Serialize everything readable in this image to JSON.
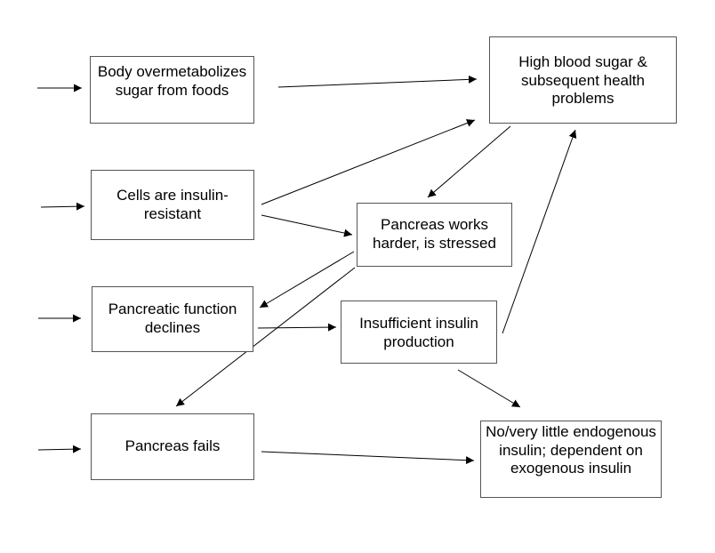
{
  "nodes": {
    "body_overmetabolizes": "Body overmetabolizes sugar from foods",
    "high_blood_sugar": "High blood sugar & subsequent health problems",
    "cells_insulin_resistant": "Cells are insulin-resistant",
    "pancreas_stressed": "Pancreas works harder, is stressed",
    "pancreatic_decline": "Pancreatic function declines",
    "insufficient_insulin": "Insufficient insulin production",
    "pancreas_fails": "Pancreas fails",
    "exogenous_dependence": "No/very little endogenous insulin; dependent on exogenous insulin"
  },
  "edges": [
    {
      "from": "start-1",
      "to": "body_overmetabolizes"
    },
    {
      "from": "start-2",
      "to": "cells_insulin_resistant"
    },
    {
      "from": "start-3",
      "to": "pancreatic_decline"
    },
    {
      "from": "start-4",
      "to": "pancreas_fails"
    },
    {
      "from": "body_overmetabolizes",
      "to": "high_blood_sugar"
    },
    {
      "from": "cells_insulin_resistant",
      "to": "high_blood_sugar"
    },
    {
      "from": "cells_insulin_resistant",
      "to": "pancreas_stressed"
    },
    {
      "from": "high_blood_sugar",
      "to": "pancreas_stressed"
    },
    {
      "from": "pancreas_stressed",
      "to": "pancreatic_decline"
    },
    {
      "from": "pancreas_stressed",
      "to": "pancreas_fails"
    },
    {
      "from": "pancreatic_decline",
      "to": "insufficient_insulin"
    },
    {
      "from": "insufficient_insulin",
      "to": "high_blood_sugar"
    },
    {
      "from": "insufficient_insulin",
      "to": "exogenous_dependence"
    },
    {
      "from": "pancreas_fails",
      "to": "exogenous_dependence"
    }
  ],
  "colors": {
    "border": "#555555",
    "line": "#000000",
    "text": "#000000"
  }
}
